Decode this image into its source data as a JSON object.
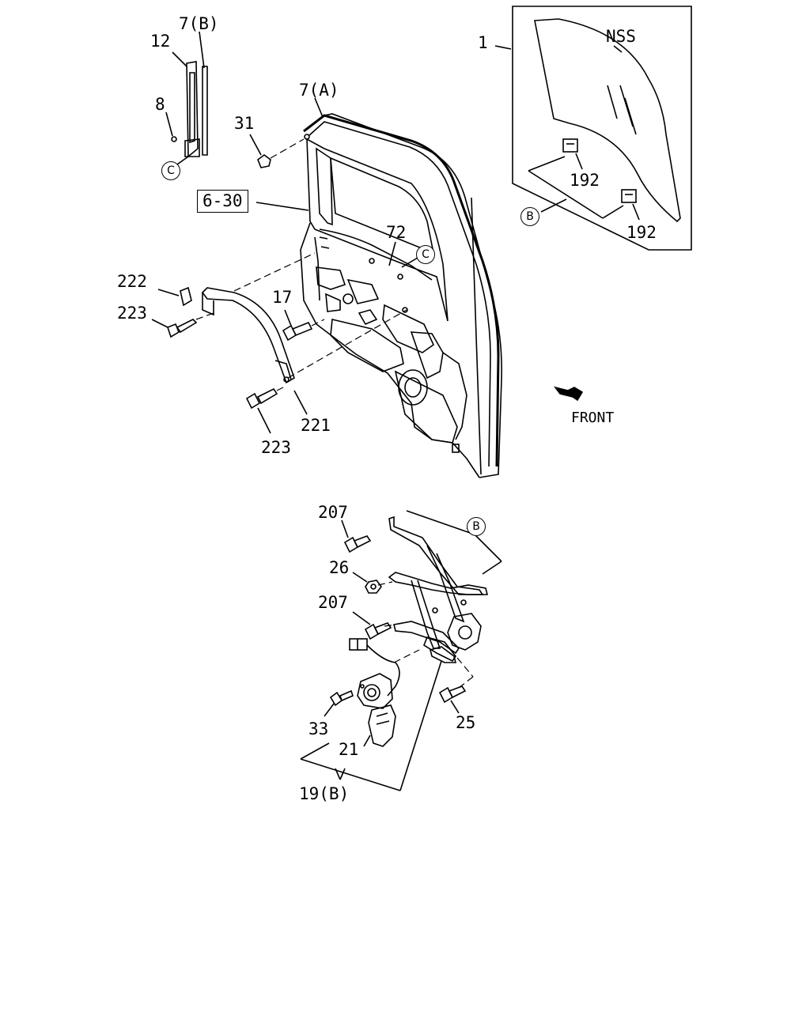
{
  "labels": {
    "p12": "12",
    "p7b": "7(B)",
    "p8": "8",
    "p31": "31",
    "p7a": "7(A)",
    "p630": "6-30",
    "p72": "72",
    "p222": "222",
    "p223a": "223",
    "p17": "17",
    "p223b": "223",
    "p221": "221",
    "p1": "1",
    "nss": "NSS",
    "p192a": "192",
    "p192b": "192",
    "front": "FRONT",
    "p207a": "207",
    "p26": "26",
    "p207b": "207",
    "p33": "33",
    "p21": "21",
    "p25": "25",
    "p19b": "19(B)"
  },
  "callouts": {
    "c_top": "C",
    "c_door": "C",
    "b_glass": "B",
    "b_regulator": "B"
  }
}
